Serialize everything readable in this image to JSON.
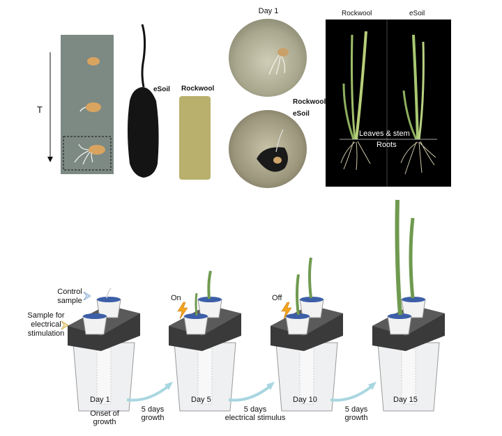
{
  "top": {
    "time_axis": {
      "label": "T"
    },
    "substrates": {
      "esoil_label": "eSoil",
      "rockwool_label": "Rockwool"
    },
    "day_panel": {
      "title": "Day 1",
      "upper_label": "Rockwool",
      "lower_label": "eSoil"
    },
    "comparison": {
      "left_label": "Rockwool",
      "right_label": "eSoil",
      "above_line_label": "Leaves & stem",
      "below_line_label": "Roots"
    }
  },
  "bottom": {
    "side_labels": {
      "control": "Control\nsample",
      "stim": "Sample for\nelectrical\nstimulation"
    },
    "stages": [
      {
        "day": "Day 1",
        "note": "Onset of\ngrowth"
      },
      {
        "day": "Day 5",
        "switch": "On"
      },
      {
        "day": "Day 10",
        "switch": "Off"
      },
      {
        "day": "Day 15"
      }
    ],
    "transitions": [
      {
        "text": "5 days\ngrowth"
      },
      {
        "text": "5 days\nelectrical stimulus"
      },
      {
        "text": "5 days\ngrowth"
      }
    ]
  },
  "colors": {
    "tray": "#3a3a3a",
    "cup_blue": "#3d5fa8",
    "leaf": "#6f9a4f",
    "bolt": "#f2a51f",
    "arrow": "#a8d6e0",
    "panel_bg": "#7a8680",
    "black_bg": "#000000"
  }
}
